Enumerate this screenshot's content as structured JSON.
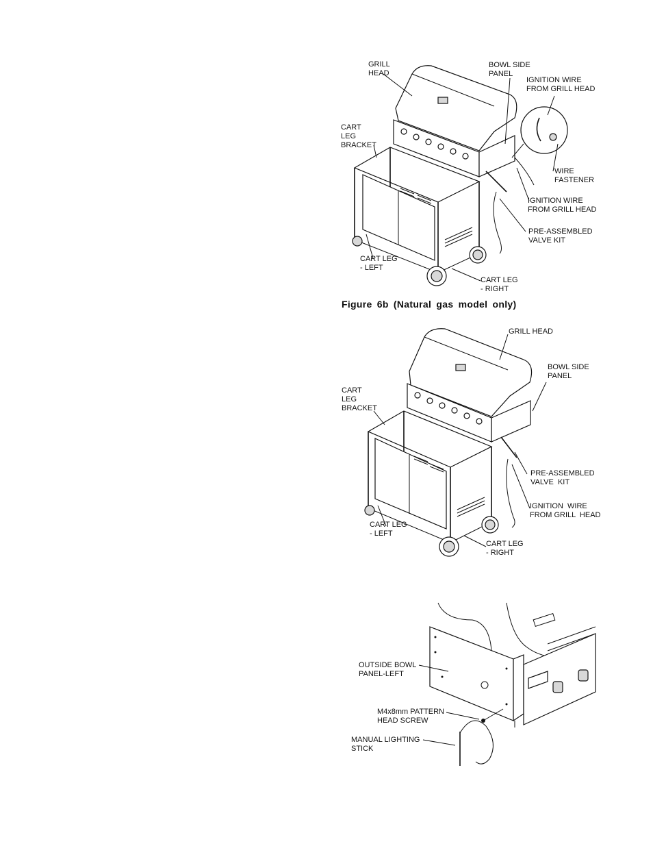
{
  "figure_a": {
    "labels": {
      "grill_head": "GRILL\nHEAD",
      "bowl_side_panel": "BOWL SIDE\nPANEL",
      "ignition_wire_top": "IGNITION WIRE\nFROM GRILL HEAD",
      "cart_leg_bracket": "CART\nLEG\nBRACKET",
      "wire_fastener": "WIRE\nFASTENER",
      "ignition_wire_mid": "IGNITION WIRE\nFROM GRILL HEAD",
      "pre_assembled_valve_kit": "PRE-ASSEMBLED\nVALVE KIT",
      "cart_leg_left": "CART LEG\n- LEFT",
      "cart_leg_right": "CART LEG\n- RIGHT"
    }
  },
  "caption": "Figure 6b (Natural gas model only)",
  "figure_b": {
    "labels": {
      "grill_head": "GRILL HEAD",
      "bowl_side_panel": "BOWL SIDE\nPANEL",
      "cart_leg_bracket": "CART\nLEG\nBRACKET",
      "pre_assembled_valve_kit": "PRE-ASSEMBLED\nVALVE  KIT",
      "ignition_wire": "IGNITION  WIRE\nFROM GRILL  HEAD",
      "cart_leg_left": "CART LEG\n- LEFT",
      "cart_leg_right": "CART LEG\n- RIGHT"
    }
  },
  "figure_c": {
    "labels": {
      "outside_bowl_panel": "OUTSIDE BOWL\nPANEL-LEFT",
      "screw": "M4x8mm PATTERN\nHEAD SCREW",
      "lighting_stick": "MANUAL LIGHTING\nSTICK"
    }
  }
}
